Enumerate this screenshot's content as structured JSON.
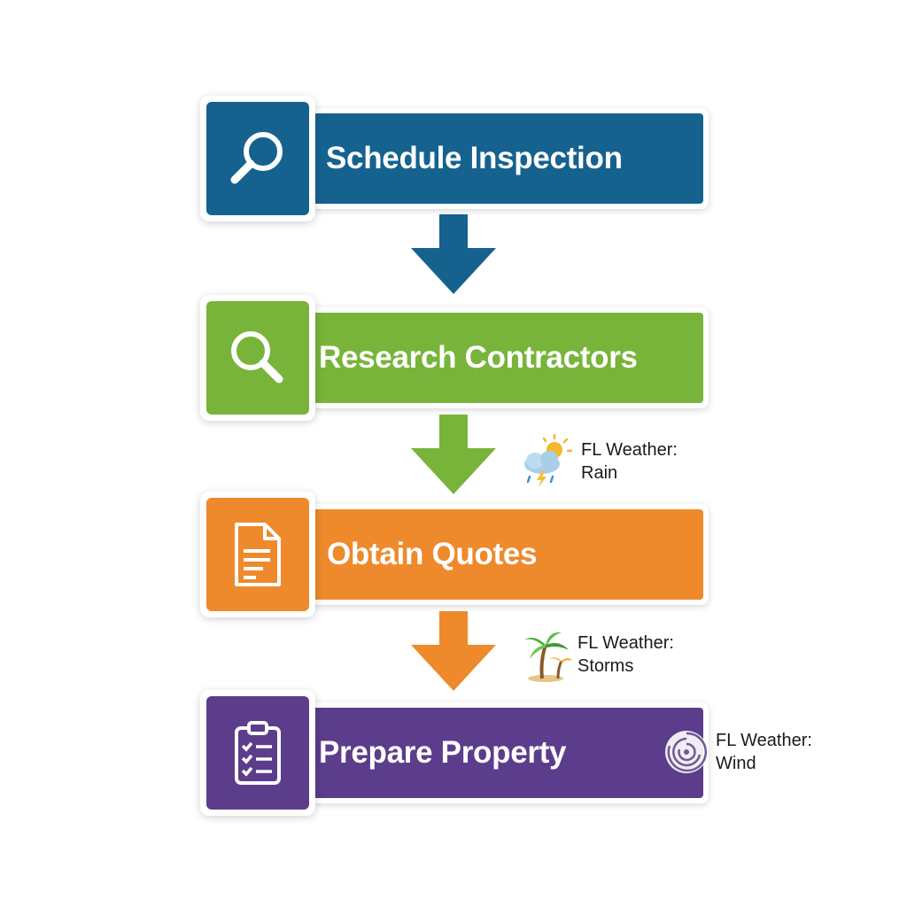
{
  "steps": [
    {
      "label": "Schedule Inspection",
      "icon": "magnifier-icon",
      "color": "#15628f"
    },
    {
      "label": "Research Contractors",
      "icon": "magnifier-icon",
      "color": "#78b43a"
    },
    {
      "label": "Obtain Quotes",
      "icon": "document-icon",
      "color": "#ee8a2b"
    },
    {
      "label": "Prepare Property",
      "icon": "clipboard-checklist-icon",
      "color": "#5b3d8b"
    }
  ],
  "weather": [
    {
      "title": "FL Weather:",
      "condition": "Rain",
      "icon": "rain-cloud-sun-icon"
    },
    {
      "title": "FL Weather:",
      "condition": "Storms",
      "icon": "palm-tree-icon"
    },
    {
      "title": "FL Weather:",
      "condition": "Wind",
      "icon": "hurricane-icon"
    }
  ]
}
